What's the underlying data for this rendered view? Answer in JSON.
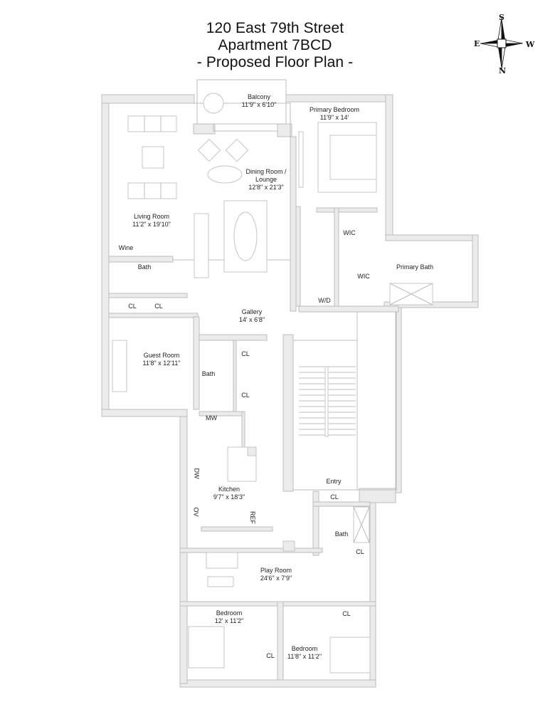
{
  "title": {
    "line1": "120 East 79th Street",
    "line2": "Apartment 7BCD",
    "line3": "- Proposed Floor Plan -"
  },
  "compass": {
    "top": "S",
    "left": "E",
    "right": "W",
    "bottom": "N"
  },
  "rooms": {
    "balcony": {
      "name": "Balcony",
      "dim": "11'9\" x 6'10\""
    },
    "primary_bedroom": {
      "name": "Primary Bedroom",
      "dim": "11'9\" x 14'"
    },
    "dining_room": {
      "name": "Dining Room /",
      "name2": "Lounge",
      "dim": "12'8\" x 21'3\""
    },
    "living_room": {
      "name": "Living Room",
      "dim": "11'2\" x 19'10\""
    },
    "wine": {
      "name": "Wine"
    },
    "bath_upper": {
      "name": "Bath"
    },
    "cl_1": {
      "name": "CL"
    },
    "cl_2": {
      "name": "CL"
    },
    "wic_1": {
      "name": "WIC"
    },
    "wic_2": {
      "name": "WIC"
    },
    "primary_bath": {
      "name": "Primary Bath"
    },
    "wd": {
      "name": "W/D"
    },
    "gallery": {
      "name": "Gallery",
      "dim": "14' x 6'8\""
    },
    "guest_room": {
      "name": "Guest Room",
      "dim": "11'8\" x 12'11\""
    },
    "bath_guest": {
      "name": "Bath"
    },
    "cl_3": {
      "name": "CL"
    },
    "cl_4": {
      "name": "CL"
    },
    "mw": {
      "name": "MW"
    },
    "dw": {
      "name": "DW"
    },
    "ov": {
      "name": "OV"
    },
    "ref": {
      "name": "REF"
    },
    "kitchen": {
      "name": "Kitchen",
      "dim": "9'7\" x 18'3\""
    },
    "entry": {
      "name": "Entry"
    },
    "cl_entry": {
      "name": "CL"
    },
    "bath_lower": {
      "name": "Bath"
    },
    "cl_bath_lower": {
      "name": "CL"
    },
    "play_room": {
      "name": "Play Room",
      "dim": "24'6\" x 7'9\""
    },
    "bedroom_left": {
      "name": "Bedroom",
      "dim": "12' x 11'2\""
    },
    "cl_bed_left": {
      "name": "CL"
    },
    "bedroom_right": {
      "name": "Bedroom",
      "dim": "11'8\" x 11'2\""
    },
    "cl_bed_right": {
      "name": "CL"
    }
  },
  "colors": {
    "wall_fill": "#ebebeb",
    "wall_stroke": "#bdbdbd",
    "text": "#222222"
  }
}
